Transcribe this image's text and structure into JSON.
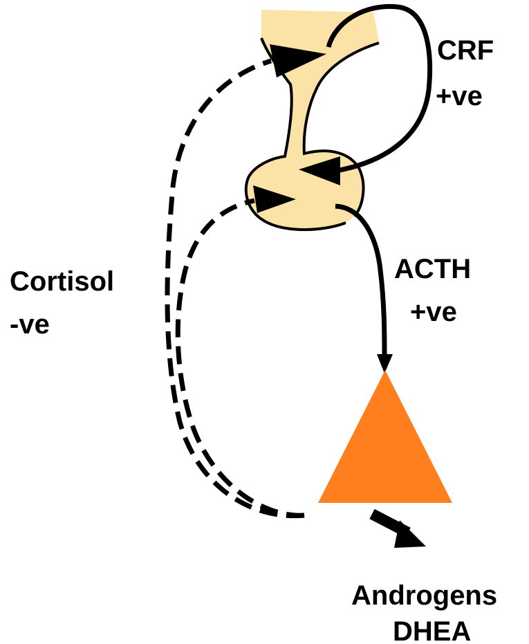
{
  "labels": {
    "crf": [
      "CRF",
      "+ve"
    ],
    "acth": [
      "ACTH",
      "+ve"
    ],
    "cortisol": [
      "Cortisol",
      "-ve"
    ],
    "output": [
      "Androgens",
      "DHEA"
    ]
  },
  "colors": {
    "gland_fill": "#FBE3A8",
    "adrenal_fill": "#FF7F1E",
    "ink": "#000000"
  }
}
